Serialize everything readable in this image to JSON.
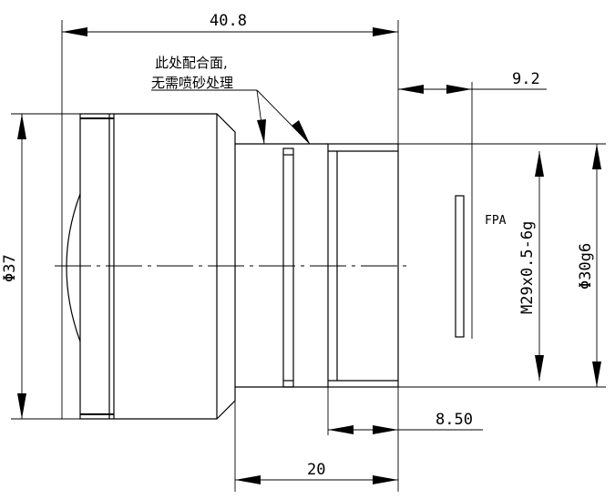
{
  "dimensions": {
    "overall_length": "40.8",
    "flange_distance": "9.2",
    "lens_diameter": "Φ37",
    "thread_spec": "M29x0.5-6g",
    "mount_diameter": "Φ30g6",
    "back_length": "8.50",
    "mount_length": "20"
  },
  "annotation": {
    "line1": "此处配合面,",
    "line2": "无需喷砂处理"
  },
  "focal_plane_label": "FPA"
}
